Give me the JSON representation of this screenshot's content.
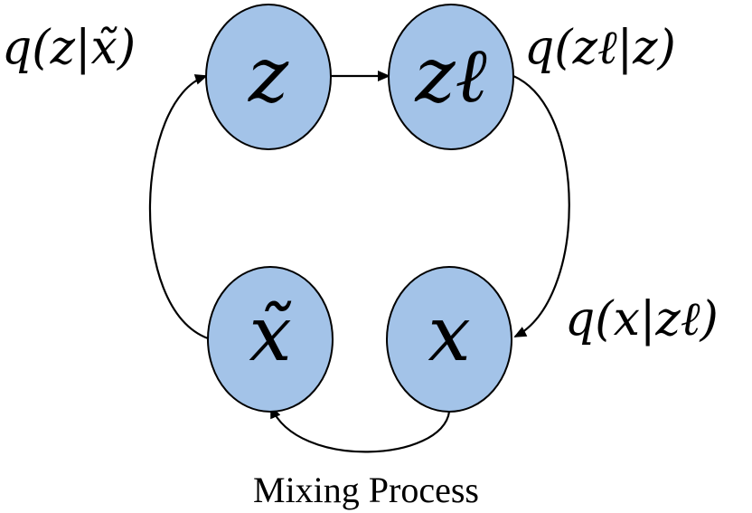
{
  "nodes": {
    "z": "z",
    "z_ell": "zℓ",
    "x_tilde": "x̃",
    "x": "x"
  },
  "edge_labels": {
    "q_z_given_xtilde": "q(z|x̃)",
    "q_zell_given_z": "q(zℓ|z)",
    "q_x_given_zell": "q(x|zℓ)"
  },
  "caption": "Mixing Process",
  "colors": {
    "node_fill": "#a3c3e8",
    "stroke": "#000000"
  }
}
